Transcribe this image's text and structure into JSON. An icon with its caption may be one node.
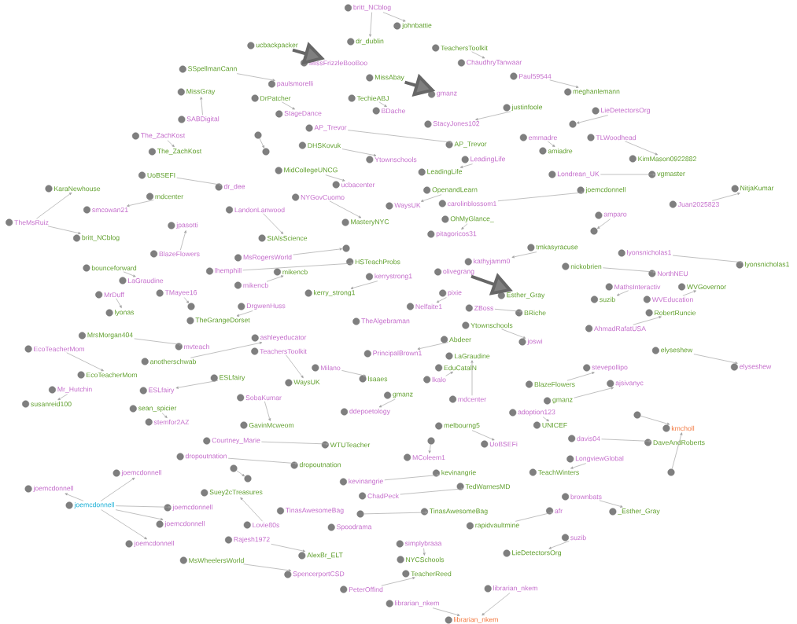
{
  "diagram": {
    "nodes": [
      {
        "text": [
          "britt_NCblog"
        ]
      },
      {
        "text": [
          "johnbattie"
        ]
      },
      {
        "text": [
          "dr_dublin"
        ]
      },
      {
        "text": [
          "ucbackpacker"
        ]
      },
      {
        "text": [
          "MissFrizzleBooBoo"
        ]
      },
      {
        "text": [
          "SSpellmanCann"
        ]
      },
      {
        "text": [
          "paulsmorelli"
        ]
      },
      {
        "text": [
          "MissGray"
        ]
      },
      {
        "text": [
          "SABDigital"
        ]
      },
      {
        "text": [
          "DrPatcher"
        ]
      },
      {
        "text": [
          "StageDance"
        ]
      },
      {
        "text": [
          "TechieABJ"
        ]
      },
      {
        "text": [
          "BDache"
        ]
      },
      {
        "text": [
          "MissAbay"
        ]
      },
      {
        "text": [
          "gmanz"
        ]
      },
      {
        "text": [
          "TeachersToolkit"
        ]
      },
      {
        "text": [
          "ChaudhryTanwaar"
        ]
      },
      {
        "text": [
          "Paul59544"
        ]
      },
      {
        "text": [
          "meghanlemann"
        ]
      },
      {
        "text": [
          "justinfoole"
        ]
      },
      {
        "text": [
          "StacyJones102"
        ]
      },
      {
        "text": [
          "LieDetectorsOrg"
        ]
      },
      {
        "text": [],
        "shape": "circle"
      },
      {
        "text": [
          "The_ZachKost"
        ]
      },
      {
        "text": [
          "The_ZachKost"
        ]
      },
      {
        "text": [],
        "shape": "circle"
      },
      {
        "text": [],
        "shape": "circle"
      },
      {
        "text": [
          "AP_Trevor"
        ]
      },
      {
        "text": [
          "AP_Trevor"
        ]
      },
      {
        "text": [
          "emmadre"
        ]
      },
      {
        "text": [
          "amiadre"
        ]
      },
      {
        "text": [
          "TLWoodhead"
        ]
      },
      {
        "text": [
          "KimMason0922882"
        ]
      },
      {
        "text": [
          "DHSKovuk"
        ]
      },
      {
        "text": [
          "Ytownschools"
        ]
      },
      {
        "text": [
          "LeadingLife"
        ]
      },
      {
        "text": [
          "LeadingLife"
        ]
      },
      {
        "text": [
          "UoBSEFI"
        ]
      },
      {
        "text": [
          "dr_dee"
        ]
      },
      {
        "text": [
          "MidCollegeUNCG"
        ]
      },
      {
        "text": [
          "ucbacenter"
        ]
      },
      {
        "text": [
          "Londrean_UK"
        ]
      },
      {
        "text": [
          "vgmaster"
        ]
      },
      {
        "text": [
          "KaraNewhouse"
        ]
      },
      {
        "text": [
          "mdcenter"
        ]
      },
      {
        "text": [
          "smcowan21"
        ]
      },
      {
        "text": [
          "TheMsRuiz"
        ]
      },
      {
        "text": [
          "britt_NCblog"
        ]
      },
      {
        "text": [
          "OpenandLearn"
        ]
      },
      {
        "text": [
          "WaysUK"
        ]
      },
      {
        "text": [
          "NYGovCuomo"
        ]
      },
      {
        "text": [
          "MasteryNYC"
        ]
      },
      {
        "text": [
          "LandonLanwood"
        ]
      },
      {
        "text": [
          "StAlsScience"
        ]
      },
      {
        "text": [
          "carolinblossom1"
        ]
      },
      {
        "text": [
          "joemcdonnell"
        ]
      },
      {
        "text": [
          "NitjaKumar"
        ]
      },
      {
        "text": [
          "Juan2025823"
        ]
      },
      {
        "text": [
          "amparo"
        ]
      },
      {
        "text": [],
        "shape": "circle"
      },
      {
        "text": [
          "OhMyGlance_"
        ]
      },
      {
        "text": [
          "pitagoricos31"
        ]
      },
      {
        "text": [
          "jpasotti"
        ]
      },
      {
        "text": [
          "BlazeFlowers"
        ]
      },
      {
        "text": [
          "bounceforward"
        ]
      },
      {
        "text": [
          "LaGraudine"
        ]
      },
      {
        "text": [
          "MrDuff"
        ]
      },
      {
        "text": [
          "lyonas"
        ]
      },
      {
        "text": [
          "TMayee16"
        ]
      },
      {
        "text": [],
        "shape": "circle"
      },
      {
        "text": [],
        "shape": "circle"
      },
      {
        "text": [
          "MsRogersWorld"
        ]
      },
      {
        "text": [
          "HSTeachProbs"
        ]
      },
      {
        "text": [
          "lhemphill"
        ]
      },
      {
        "text": [
          "mikencb"
        ]
      },
      {
        "text": [
          "mikencb"
        ]
      },
      {
        "text": [
          "kerrystrong1"
        ]
      },
      {
        "text": [
          "kerry_strong1"
        ]
      },
      {
        "text": [
          "tmkasyracuse"
        ]
      },
      {
        "text": [
          "kathyjamm0"
        ]
      },
      {
        "text": [
          "olivegrang"
        ]
      },
      {
        "text": [
          "Esther_Gray"
        ]
      },
      {
        "text": [
          "lyonsnicholas1"
        ]
      },
      {
        "text": [
          "lyonsnicholas1"
        ]
      },
      {
        "text": [
          "nickobrien"
        ]
      },
      {
        "text": [
          "NorthNEU"
        ]
      },
      {
        "text": [
          "MathsInteractiv"
        ]
      },
      {
        "text": [
          "suzib"
        ]
      },
      {
        "text": [
          "WVGovernor"
        ]
      },
      {
        "text": [
          "WVEducation"
        ]
      },
      {
        "text": [
          "pixie"
        ]
      },
      {
        "text": [
          "Nelfaite1"
        ]
      },
      {
        "text": [
          "DrgwenHuss"
        ]
      },
      {
        "text": [
          "TheGrangeDorset"
        ]
      },
      {
        "text": [
          "ZBoss"
        ]
      },
      {
        "text": [
          "BRiche"
        ]
      },
      {
        "text": [
          "RobertRuncie"
        ]
      },
      {
        "text": [
          "AhmadRafatUSA"
        ]
      },
      {
        "text": [
          "TheAlgebraman"
        ]
      },
      {
        "text": [
          "Ytownschools"
        ]
      },
      {
        "text": [
          "joswi"
        ]
      },
      {
        "text": [
          "Abdeer"
        ]
      },
      {
        "text": [
          "PrincipalBrown1"
        ]
      },
      {
        "text": [
          "MrsMorgan404"
        ]
      },
      {
        "text": [
          "mvteach"
        ]
      },
      {
        "text": [
          "EcoTeacherMom"
        ]
      },
      {
        "text": [
          "anotherschwab"
        ]
      },
      {
        "text": [
          "ashleyeducator"
        ]
      },
      {
        "text": [
          "TeachersToolkit"
        ]
      },
      {
        "text": [
          "WaysUK"
        ]
      },
      {
        "text": [
          "EcoTeacherMom"
        ]
      },
      {
        "text": [
          "ESLfairy"
        ]
      },
      {
        "text": [
          "ESLfairy"
        ]
      },
      {
        "text": [
          "Mr_Hutchin"
        ]
      },
      {
        "text": [
          "susanreid100"
        ]
      },
      {
        "text": [
          "sean_spicier"
        ]
      },
      {
        "text": [
          "stemfor2AZ"
        ]
      },
      {
        "text": [
          "Milano"
        ]
      },
      {
        "text": [
          "lsaaes"
        ]
      },
      {
        "text": [
          "LaGraudine"
        ]
      },
      {
        "text": [
          "EduCatalN"
        ]
      },
      {
        "text": [
          "lkalo"
        ]
      },
      {
        "text": [
          "mdcenter"
        ]
      },
      {
        "text": [
          "BlazeFlowers"
        ]
      },
      {
        "text": [
          "stevepollipo"
        ]
      },
      {
        "text": [
          "gmanz"
        ]
      },
      {
        "text": [
          "ajsivanyc"
        ]
      },
      {
        "text": [
          "elyseshew"
        ]
      },
      {
        "text": [
          "elyseshew"
        ]
      },
      {
        "text": [
          "SobaKumar"
        ]
      },
      {
        "text": [
          "GavinMcweom"
        ]
      },
      {
        "text": [
          "gmanz"
        ]
      },
      {
        "text": [
          "ddepoetology"
        ]
      },
      {
        "text": [
          "adoption123"
        ]
      },
      {
        "text": [
          "UNICEF"
        ]
      },
      {
        "text": [],
        "shape": "circle"
      },
      {
        "text": [
          "kmcholl"
        ]
      },
      {
        "text": [
          "davis04"
        ]
      },
      {
        "text": [
          "DaveAndRoberts"
        ]
      },
      {
        "text": [],
        "shape": "circle"
      },
      {
        "text": [
          "LongviewGlobal"
        ]
      },
      {
        "text": [
          "TeachWinters"
        ]
      },
      {
        "text": [
          "melbourng5"
        ]
      },
      {
        "text": [
          "UoBSEFi"
        ]
      },
      {
        "text": [],
        "shape": "circle"
      },
      {
        "text": [
          "MColeem1"
        ]
      },
      {
        "text": [
          "Courtney_Marie"
        ]
      },
      {
        "text": [
          "WTUTeacher"
        ]
      },
      {
        "text": [
          "dropoutnation"
        ]
      },
      {
        "text": [
          "dropoutnation"
        ]
      },
      {
        "text": [],
        "shape": "circle"
      },
      {
        "text": [],
        "shape": "circle"
      },
      {
        "text": [
          "Suey2cTreasures"
        ]
      },
      {
        "text": [
          "kevinangrie"
        ]
      },
      {
        "text": [
          "kevinangrie"
        ]
      },
      {
        "text": [
          "ChadPeck"
        ]
      },
      {
        "text": [
          "TedWarnesMD"
        ]
      },
      {
        "text": [
          "joemcdonnell"
        ]
      },
      {
        "text": [
          "joemcdonnell"
        ]
      },
      {
        "text": [
          "joemcdonnell"
        ]
      },
      {
        "text": [
          "joemcdonnell"
        ]
      },
      {
        "text": [
          "joemcdonnell"
        ]
      },
      {
        "text": [
          "joemcdonnell"
        ]
      },
      {
        "text": [
          "TinasAwesomeBag"
        ]
      },
      {
        "text": [],
        "shape": "circle"
      },
      {
        "text": [
          "TinasAwesomeBag"
        ]
      },
      {
        "text": [
          "Spoodrama"
        ]
      },
      {
        "text": [
          "Lovie80s"
        ]
      },
      {
        "text": [
          "Rajesh1972"
        ]
      },
      {
        "text": [
          "AlexBr_ELT"
        ]
      },
      {
        "text": [
          "MsWheelersWorld"
        ]
      },
      {
        "text": [
          "SpencerportCSD"
        ]
      },
      {
        "text": [
          "brownbats"
        ]
      },
      {
        "text": [
          "_Esther_Gray"
        ]
      },
      {
        "text": [
          "afr"
        ]
      },
      {
        "text": [
          "rapidvaultmine"
        ]
      },
      {
        "text": [
          "suzib"
        ]
      },
      {
        "text": [
          "LieDetectorsOrg"
        ]
      },
      {
        "text": [
          "simplybraaa"
        ]
      },
      {
        "text": [
          "NYCSchools"
        ]
      },
      {
        "text": [
          "TeacherReed"
        ]
      },
      {
        "text": [
          "PeterOffind"
        ]
      },
      {
        "text": [
          "librarian_nkem"
        ]
      },
      {
        "text": [
          "librarian_nkem"
        ]
      },
      {
        "text": [
          "librarian_nkem"
        ]
      }
    ],
    "edges": [
      {
        "from": 0,
        "to": 1,
        "arrow": "to"
      },
      {
        "from": 0,
        "to": 2,
        "arrow": "to"
      },
      {
        "from": 3,
        "to": 4,
        "arrow": "to",
        "style": "thick"
      },
      {
        "from": 5,
        "to": 6,
        "arrow": "to"
      },
      {
        "from": 8,
        "to": 7,
        "arrow": "to"
      },
      {
        "from": 9,
        "to": 10,
        "arrow": "to"
      },
      {
        "from": 11,
        "to": 12,
        "arrow": "to"
      },
      {
        "from": 13,
        "to": 14,
        "arrow": "to",
        "style": "thick"
      },
      {
        "from": 15,
        "to": 16,
        "arrow": "to"
      },
      {
        "from": 17,
        "to": 18,
        "arrow": "to"
      },
      {
        "from": 19,
        "to": 20,
        "arrow": "to"
      },
      {
        "from": 21,
        "to": 22,
        "arrow": "to"
      },
      {
        "from": 23,
        "to": 24,
        "arrow": "to"
      },
      {
        "from": 25,
        "to": 26,
        "arrow": "to"
      },
      {
        "from": 27,
        "to": 28,
        "arrow": "to"
      },
      {
        "from": 29,
        "to": 30,
        "arrow": "to"
      },
      {
        "from": 31,
        "to": 32,
        "arrow": "to"
      },
      {
        "from": 33,
        "to": 34,
        "arrow": "to"
      },
      {
        "from": 35,
        "to": 36,
        "arrow": "to"
      },
      {
        "from": 37,
        "to": 38,
        "arrow": "to"
      },
      {
        "from": 39,
        "to": 40,
        "arrow": "to"
      },
      {
        "from": 41,
        "to": 42,
        "arrow": "to"
      },
      {
        "from": 46,
        "to": 43,
        "arrow": "to"
      },
      {
        "from": 46,
        "to": 47,
        "arrow": "to"
      },
      {
        "from": 44,
        "to": 45,
        "arrow": "to"
      },
      {
        "from": 48,
        "to": 49,
        "arrow": "to"
      },
      {
        "from": 50,
        "to": 51,
        "arrow": "to"
      },
      {
        "from": 52,
        "to": 53,
        "arrow": "to"
      },
      {
        "from": 54,
        "to": 55,
        "arrow": "to"
      },
      {
        "from": 57,
        "to": 56,
        "arrow": "to"
      },
      {
        "from": 58,
        "to": 59,
        "arrow": "to"
      },
      {
        "from": 60,
        "to": 61,
        "arrow": "to"
      },
      {
        "from": 63,
        "to": 62,
        "arrow": "to"
      },
      {
        "from": 64,
        "to": 65,
        "arrow": "to"
      },
      {
        "from": 66,
        "to": 67,
        "arrow": "to"
      },
      {
        "from": 68,
        "to": 69,
        "arrow": "to"
      },
      {
        "from": 71,
        "to": 70,
        "arrow": "to"
      },
      {
        "from": 73,
        "to": 72,
        "arrow": "to"
      },
      {
        "from": 75,
        "to": 74,
        "arrow": "to"
      },
      {
        "from": 76,
        "to": 77,
        "arrow": "to"
      },
      {
        "from": 78,
        "to": 79,
        "arrow": "to"
      },
      {
        "from": 80,
        "to": 81,
        "arrow": "to",
        "style": "thick"
      },
      {
        "from": 82,
        "to": 83,
        "arrow": "to"
      },
      {
        "from": 84,
        "to": 85,
        "arrow": "to"
      },
      {
        "from": 86,
        "to": 87,
        "arrow": "to"
      },
      {
        "from": 89,
        "to": 88,
        "arrow": "to"
      },
      {
        "from": 90,
        "to": 91,
        "arrow": "to"
      },
      {
        "from": 92,
        "to": 93,
        "arrow": "to"
      },
      {
        "from": 94,
        "to": 95,
        "arrow": "to"
      },
      {
        "from": 97,
        "to": 96,
        "arrow": "to"
      },
      {
        "from": 99,
        "to": 100,
        "arrow": "to"
      },
      {
        "from": 101,
        "to": 102,
        "arrow": "to"
      },
      {
        "from": 103,
        "to": 104,
        "arrow": "to"
      },
      {
        "from": 105,
        "to": 110,
        "arrow": "to"
      },
      {
        "from": 106,
        "to": 107,
        "arrow": "to"
      },
      {
        "from": 108,
        "to": 109,
        "arrow": "to"
      },
      {
        "from": 111,
        "to": 112,
        "arrow": "to"
      },
      {
        "from": 113,
        "to": 114,
        "arrow": "to"
      },
      {
        "from": 115,
        "to": 116,
        "arrow": "to"
      },
      {
        "from": 117,
        "to": 118,
        "arrow": "to"
      },
      {
        "from": 122,
        "to": 119,
        "arrow": "to"
      },
      {
        "from": 121,
        "to": 120,
        "arrow": "to"
      },
      {
        "from": 123,
        "to": 124,
        "arrow": "to"
      },
      {
        "from": 125,
        "to": 126,
        "arrow": "to"
      },
      {
        "from": 127,
        "to": 128,
        "arrow": "to"
      },
      {
        "from": 129,
        "to": 130,
        "arrow": "to"
      },
      {
        "from": 131,
        "to": 132,
        "arrow": "to"
      },
      {
        "from": 133,
        "to": 134,
        "arrow": "to"
      },
      {
        "from": 135,
        "to": 136,
        "arrow": "to"
      },
      {
        "from": 137,
        "to": 138,
        "arrow": "to"
      },
      {
        "from": 139,
        "to": 136,
        "arrow": "to"
      },
      {
        "from": 140,
        "to": 141,
        "arrow": "to"
      },
      {
        "from": 142,
        "to": 143,
        "arrow": "to"
      },
      {
        "from": 144,
        "to": 145,
        "arrow": "to"
      },
      {
        "from": 146,
        "to": 147,
        "arrow": "to"
      },
      {
        "from": 148,
        "to": 149,
        "arrow": "to"
      },
      {
        "from": 150,
        "to": 151,
        "arrow": "to"
      },
      {
        "from": 167,
        "to": 152,
        "arrow": "to"
      },
      {
        "from": 153,
        "to": 154,
        "arrow": "to"
      },
      {
        "from": 155,
        "to": 156,
        "arrow": "to"
      },
      {
        "from": 159,
        "to": 157,
        "arrow": "to"
      },
      {
        "from": 159,
        "to": 158,
        "arrow": "to"
      },
      {
        "from": 159,
        "to": 160,
        "arrow": "to"
      },
      {
        "from": 159,
        "to": 161,
        "arrow": "to"
      },
      {
        "from": 159,
        "to": 162,
        "arrow": "to"
      },
      {
        "from": 164,
        "to": 165,
        "arrow": "to"
      },
      {
        "from": 168,
        "to": 169,
        "arrow": "to"
      },
      {
        "from": 170,
        "to": 171,
        "arrow": "to"
      },
      {
        "from": 172,
        "to": 173,
        "arrow": "to"
      },
      {
        "from": 175,
        "to": 174,
        "arrow": "to"
      },
      {
        "from": 176,
        "to": 177,
        "arrow": "to"
      },
      {
        "from": 178,
        "to": 179,
        "arrow": "to"
      },
      {
        "from": 181,
        "to": 180,
        "arrow": "to"
      },
      {
        "from": 183,
        "to": 184,
        "arrow": "to"
      },
      {
        "from": 182,
        "to": 184,
        "arrow": "to"
      }
    ]
  }
}
